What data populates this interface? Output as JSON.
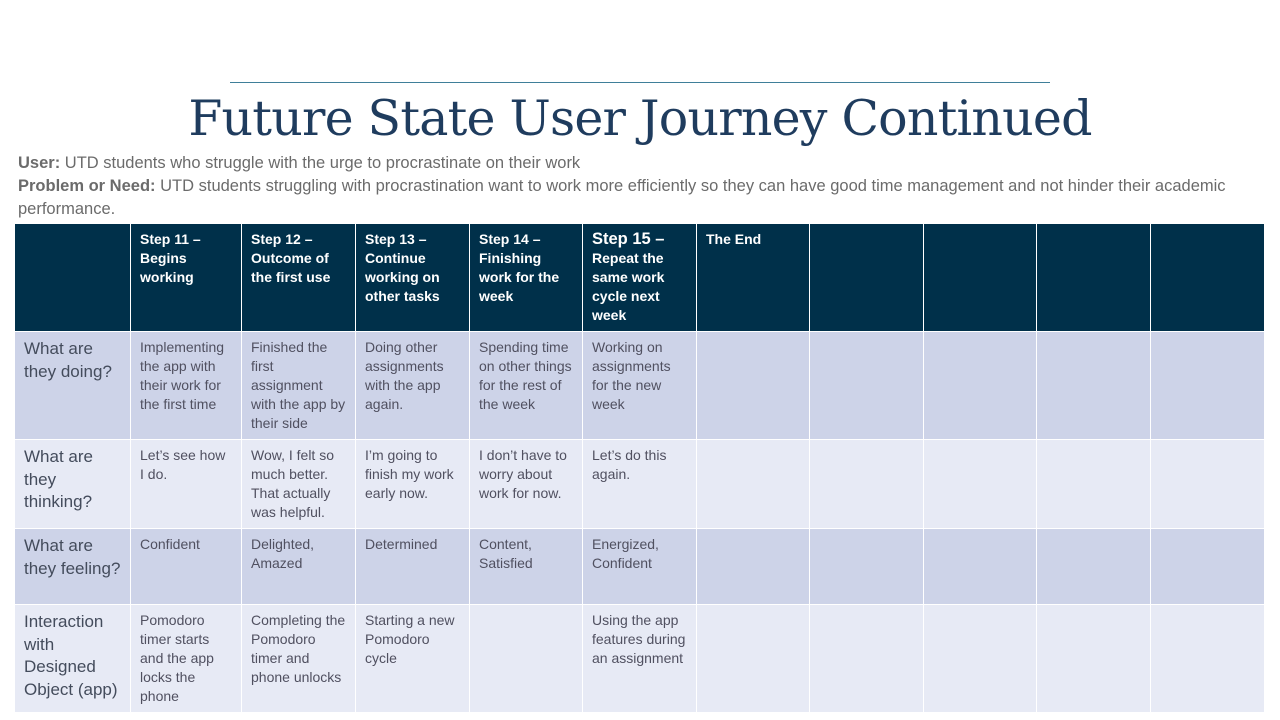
{
  "title": "Future State User Journey Continued",
  "user": {
    "label": "User:",
    "text": " UTD students who struggle with the urge to procrastinate on their work"
  },
  "problem": {
    "label": "Problem or Need:",
    "text": " UTD students struggling with procrastination want to work more efficiently so they can have good time management and not hinder their academic performance."
  },
  "table": {
    "headers": [
      "",
      "Step 11 – Begins working",
      "Step 12 – Outcome of the first use",
      "Step 13 – Continue working on other tasks",
      "Step 14 – Finishing work for the week",
      "Step 15 – Repeat the same work cycle next week",
      "The End",
      "",
      "",
      "",
      ""
    ],
    "step15_line1": "Step 15 –",
    "step15_rest": "Repeat the same work cycle next week",
    "rows": [
      {
        "label": "What are they doing?",
        "cells": [
          "Implementing the app with their work for the first time",
          "Finished the first assignment with the app by their side",
          "Doing other assignments with the app again.",
          "Spending time on other things for the rest of the week",
          "Working on assignments for the new week",
          "",
          "",
          "",
          "",
          ""
        ]
      },
      {
        "label": "What are they thinking?",
        "cells": [
          "Let’s see how I do.",
          "Wow, I felt so much better. That actually was helpful.",
          "I’m going to finish my work early now.",
          "I don’t have to worry about work for now.",
          "Let’s do this again.",
          "",
          "",
          "",
          "",
          ""
        ]
      },
      {
        "label": "What are they feeling?",
        "cells": [
          "Confident",
          "Delighted, Amazed",
          "Determined",
          "Content, Satisfied",
          "Energized, Confident",
          "",
          "",
          "",
          "",
          ""
        ]
      },
      {
        "label": "Interaction with Designed Object (app)",
        "cells": [
          "Pomodoro timer starts and the app locks the phone",
          "Completing the Pomodoro timer and phone unlocks",
          "Starting a new Pomodoro cycle",
          "",
          "Using the app features during an assignment",
          "",
          "",
          "",
          "",
          ""
        ]
      }
    ]
  }
}
